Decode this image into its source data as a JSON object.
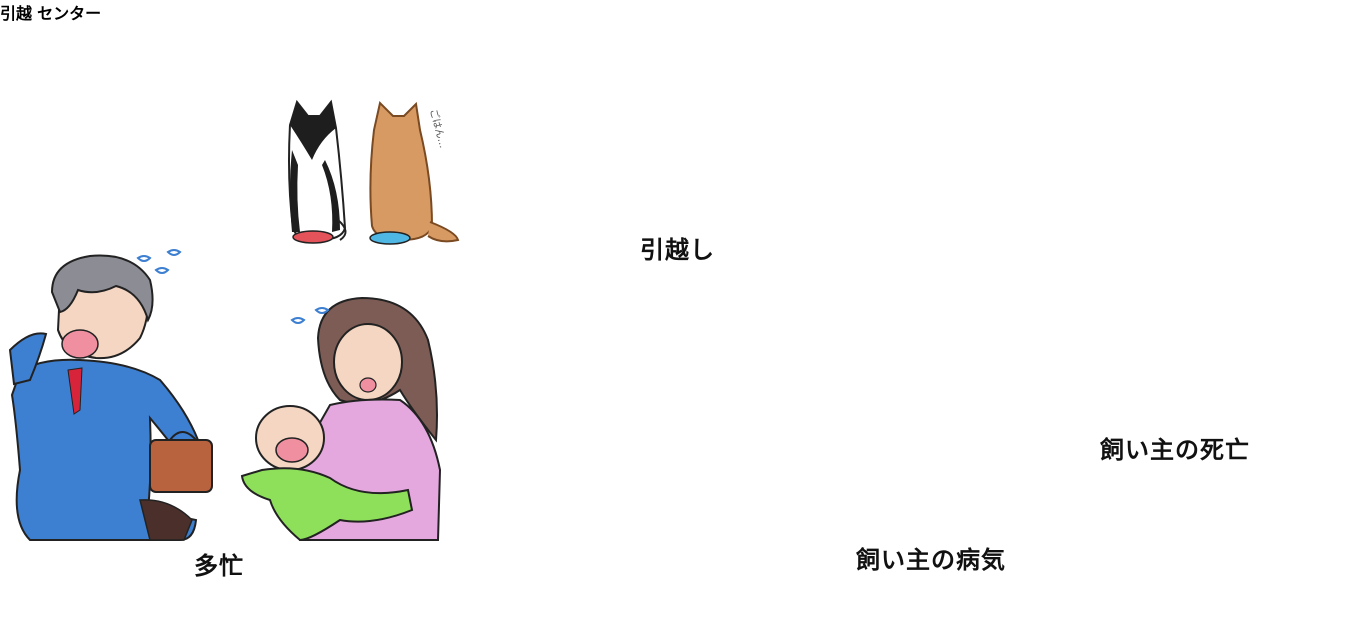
{
  "captions": {
    "busy": "多忙",
    "moving": "引越し",
    "owner_illness": "飼い主の病気",
    "owner_death": "飼い主の死亡"
  },
  "truck_sign": {
    "line1": "引越",
    "line2": "センター"
  },
  "cat_murmur": "ごはん…",
  "colors": {
    "suit_blue": "#3d7fd1",
    "blanket_blue": "#8fc3de",
    "baby_green": "#8ee05a",
    "mother_pink": "#e4a8df",
    "orange_cat": "#d89a63",
    "gray_cat": "#8f9096"
  },
  "icons": [
    "businessman-icon",
    "mother-baby-icon",
    "cat-icon",
    "truck-icon",
    "bed-icon",
    "portrait-icon",
    "incense-icon"
  ]
}
